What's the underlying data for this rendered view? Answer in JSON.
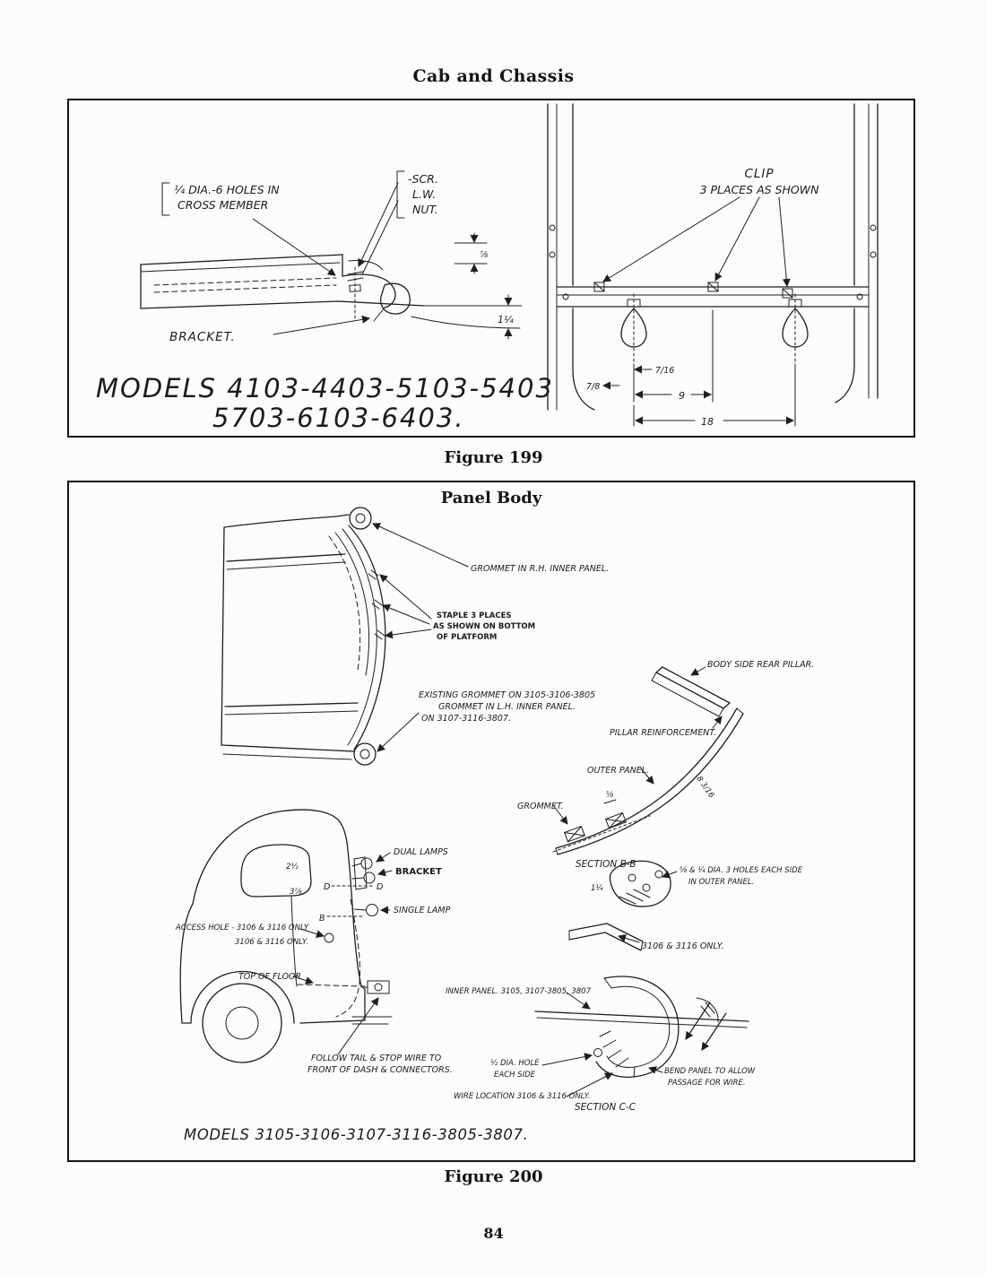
{
  "page": {
    "header": "Cab and Chassis",
    "page_number": "84"
  },
  "figure199": {
    "caption": "Figure 199",
    "models_line1": "MODELS 4103-4403-5103-5403",
    "models_line2": "5703-6103-6403.",
    "left": {
      "holes_label_1": "¼ DIA.-6 HOLES IN",
      "holes_label_2": "CROSS MEMBER",
      "scr": "-SCR.",
      "lw": "L.W.",
      "nut": "NUT.",
      "bracket": "BRACKET.",
      "dim_drop": "1¼",
      "dim_small": "⅞"
    },
    "right": {
      "clip_1": "CLIP",
      "clip_2": "3 PLACES AS SHOWN",
      "dim_716": "7/16",
      "dim_78": "7/8",
      "dim_9": "9",
      "dim_18": "18"
    }
  },
  "figure200": {
    "title": "Panel Body",
    "caption": "Figure 200",
    "models": "MODELS 3105-3106-3107-3116-3805-3807.",
    "platform": {
      "grommet_rh": "GROMMET IN R.H. INNER PANEL.",
      "staple_1": "STAPLE 3 PLACES",
      "staple_2": "AS SHOWN ON BOTTOM",
      "staple_3": "OF PLATFORM",
      "existing_1": "EXISTING GROMMET ON 3105-3106-3805",
      "existing_2": "GROMMET IN L.H. INNER PANEL.",
      "existing_3": "ON 3107-3116-3807."
    },
    "pillar": {
      "rear_pillar": "BODY SIDE REAR PILLAR.",
      "reinforcement": "PILLAR REINFORCEMENT.",
      "outer_panel": "OUTER PANEL.",
      "grommet": "GROMMET.",
      "section_label": "SECTION B-B",
      "dim_curve": "8 3/16",
      "dim_58": "⅝",
      "dim_114": "1¼",
      "holes_1": "⅝ & ¼ DIA. 3 HOLES EACH SIDE",
      "holes_2": "IN OUTER PANEL.",
      "only3106": "3106 & 3116 ONLY."
    },
    "cab": {
      "dual_lamps": "DUAL LAMPS",
      "bracket": "BRACKET",
      "single_lamp": "SINGLE LAMP",
      "access_hole": "ACCESS HOLE - 3106 & 3116 ONLY",
      "only3106": "3106 & 3116 ONLY.",
      "top_of_floor": "TOP OF FLOOR",
      "follow_1": "FOLLOW TAIL & STOP WIRE TO",
      "follow_2": "FRONT OF DASH & CONNECTORS.",
      "dim_a": "2½",
      "dim_b": "3⅞",
      "marker_d1": "D",
      "marker_d2": "D",
      "marker_b": "B"
    },
    "section_cc": {
      "inner_panel": "INNER PANEL. 3105, 3107-3805, 3807",
      "hole_1": "½ DIA. HOLE",
      "hole_2": "EACH SIDE",
      "bend_1": "BEND PANEL TO ALLOW",
      "bend_2": "PASSAGE FOR WIRE.",
      "wire_location": "WIRE LOCATION 3106 & 3116 ONLY.",
      "section_label": "SECTION C-C"
    }
  }
}
